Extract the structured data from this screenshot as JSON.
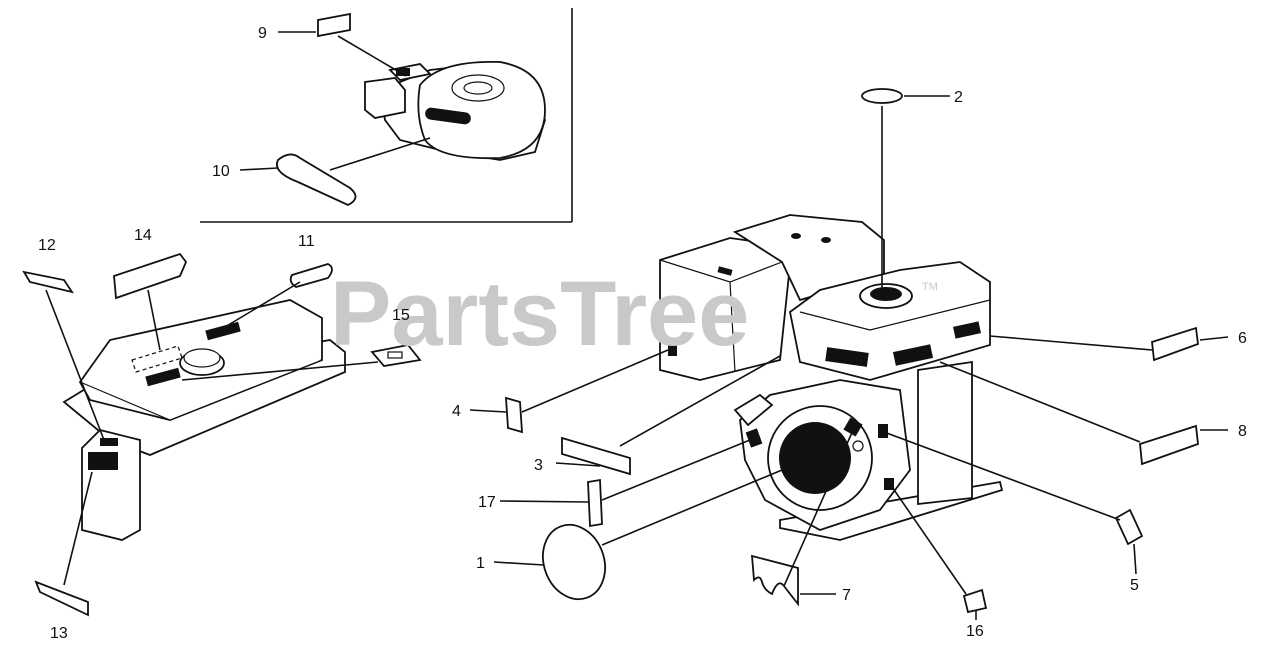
{
  "watermark": {
    "text": "PartsTree",
    "trademark": "TM"
  },
  "callouts": [
    {
      "id": "c1",
      "label": "1"
    },
    {
      "id": "c2",
      "label": "2"
    },
    {
      "id": "c3",
      "label": "3"
    },
    {
      "id": "c4",
      "label": "4"
    },
    {
      "id": "c5",
      "label": "5"
    },
    {
      "id": "c6",
      "label": "6"
    },
    {
      "id": "c7",
      "label": "7"
    },
    {
      "id": "c8",
      "label": "8"
    },
    {
      "id": "c9",
      "label": "9"
    },
    {
      "id": "c10",
      "label": "10"
    },
    {
      "id": "c11",
      "label": "11"
    },
    {
      "id": "c12",
      "label": "12"
    },
    {
      "id": "c13",
      "label": "13"
    },
    {
      "id": "c14",
      "label": "14"
    },
    {
      "id": "c15",
      "label": "15"
    },
    {
      "id": "c16",
      "label": "16"
    },
    {
      "id": "c17",
      "label": "17"
    }
  ]
}
